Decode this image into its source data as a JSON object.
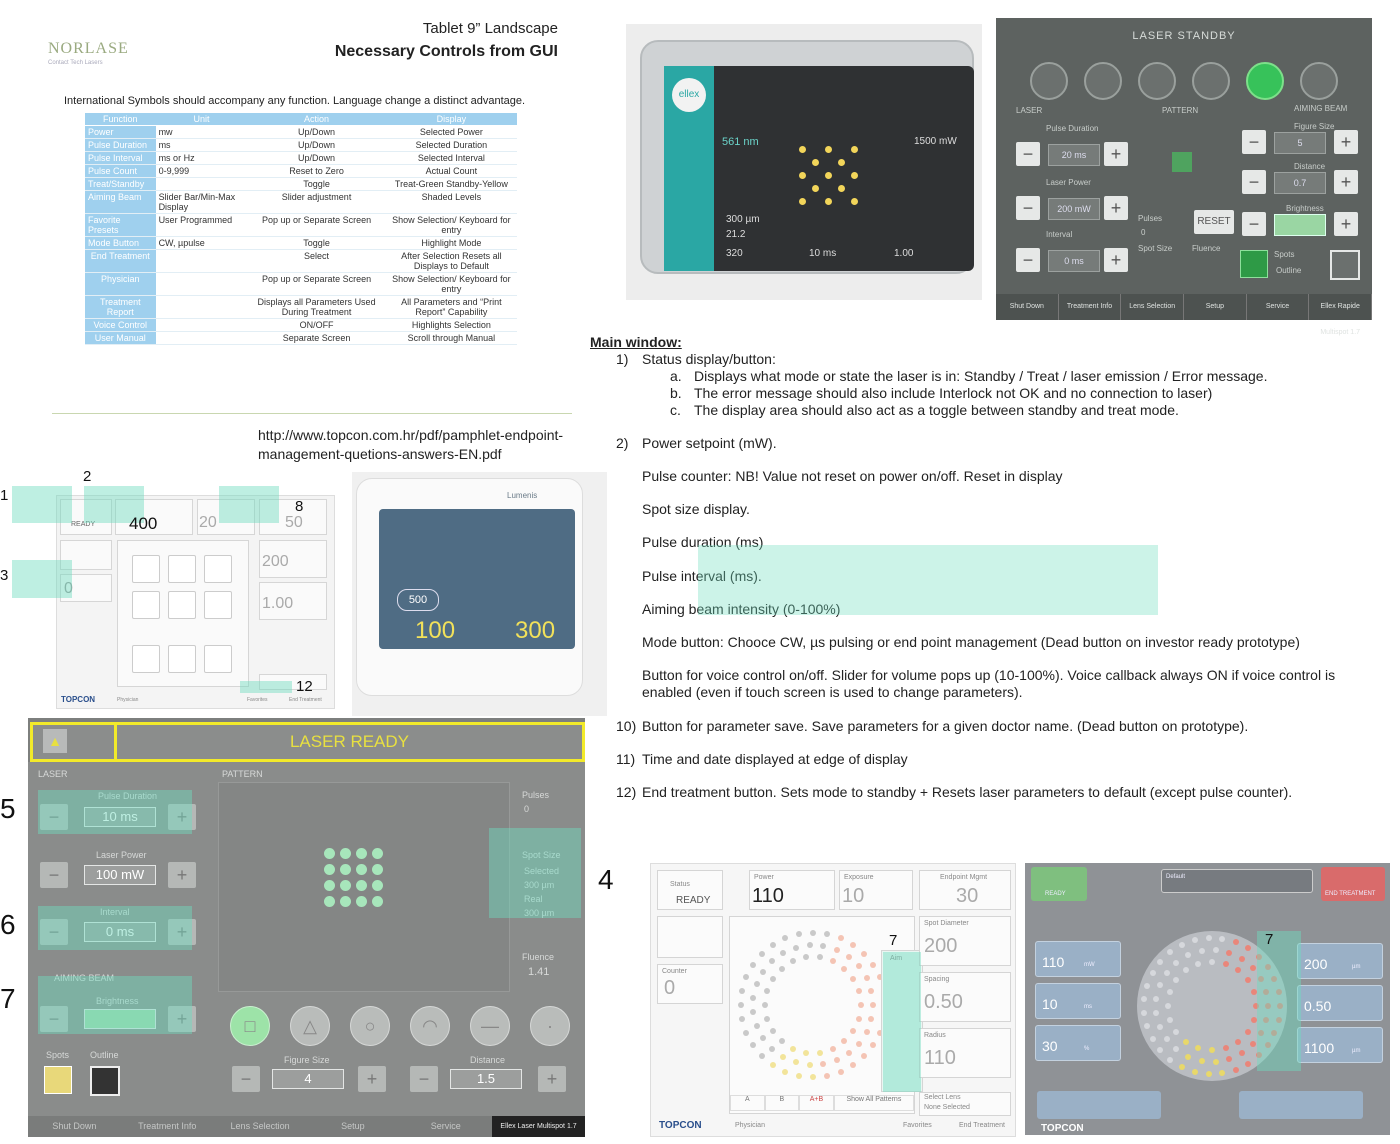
{
  "slide": {
    "logo": "NORLASE",
    "logo_sub": "Contact Tech Lasers",
    "title_line1": "Tablet 9” Landscape",
    "title_line2": "Necessary Controls from GUI",
    "note": "International Symbols should accompany any function. Language change a distinct advantage.",
    "headers": [
      "Function",
      "Unit",
      "Action",
      "Display"
    ],
    "rows": [
      [
        "Power",
        "mw",
        "Up/Down",
        "Selected Power"
      ],
      [
        "Pulse Duration",
        "ms",
        "Up/Down",
        "Selected Duration"
      ],
      [
        "Pulse Interval",
        "ms or Hz",
        "Up/Down",
        "Selected Interval"
      ],
      [
        "Pulse Count",
        "0-9,999",
        "Reset to Zero",
        "Actual Count"
      ],
      [
        "Treat/Standby",
        "",
        "Toggle",
        "Treat-Green Standby-Yellow"
      ],
      [
        "Aiming Beam",
        "Slider Bar/Min-Max Display",
        "Slider adjustment",
        "Shaded Levels"
      ],
      [
        "Favorite Presets",
        "User Programmed",
        "Pop up or Separate Screen",
        "Show Selection/ Keyboard for entry"
      ],
      [
        "Mode Button",
        "CW, µpulse",
        "Toggle",
        "Highlight Mode"
      ],
      [
        "End Treatment",
        "",
        "Select",
        "After Selection Resets all Displays to Default"
      ],
      [
        "Physician",
        "",
        "Pop up or Separate Screen",
        "Show Selection/ Keyboard for entry"
      ],
      [
        "Treatment Report",
        "",
        "Displays all Parameters Used During Treatment",
        "All Parameters and “Print Report” Capability"
      ],
      [
        "Voice Control",
        "",
        "ON/OFF",
        "Highlights Selection"
      ],
      [
        "User Manual",
        "",
        "Separate Screen",
        "Scroll through Manual"
      ]
    ]
  },
  "url": "http://www.topcon.com.hr/pdf/pamphlet-endpoint-management-quetions-answers-EN.pdf",
  "tablet_photo": {
    "brand": "ellex",
    "vals": [
      "561 nm",
      "1500 mW",
      "300 µm",
      "21.2",
      "320",
      "10 ms",
      "1.00"
    ]
  },
  "standby_photo": {
    "title": "LASER STANDBY",
    "labels": {
      "laser": "LASER",
      "pattern": "PATTERN",
      "aiming": "AIMING BEAM",
      "pulse_duration": "Pulse Duration",
      "laser_power": "Laser Power",
      "interval": "Interval",
      "figure_size": "Figure Size",
      "distance": "Distance",
      "brightness": "Brightness",
      "pulses": "Pulses",
      "spot_size": "Spot Size",
      "fluence": "Fluence",
      "spots": "Spots",
      "outline": "Outline",
      "reset": "RESET"
    },
    "values": {
      "duration": "20 ms",
      "power": "200 mW",
      "interval": "0 ms",
      "figure_size": "5",
      "distance": "0.7",
      "pulses": "0"
    },
    "bottom": [
      "Shut Down",
      "Treatment Info",
      "Lens Selection",
      "Setup",
      "Service",
      "Ellex Rapide Multispot 1.7"
    ]
  },
  "main_window": {
    "heading": "Main window:",
    "items": [
      {
        "n": "1)",
        "text": "Status display/button:"
      },
      {
        "n": "a.",
        "text": "Displays what mode or state the laser is in: Standby / Treat / laser emission / Error message."
      },
      {
        "n": "b.",
        "text": "The error message should also include Interlock not OK and no connection to laser)"
      },
      {
        "n": "c.",
        "text": "The display area should also act as a toggle between standby and treat mode."
      },
      {
        "n": "2)",
        "text": "Power setpoint (mW)."
      },
      {
        "n": "",
        "text": "Pulse counter:   NB! Value not reset on power on/off. Reset in display"
      },
      {
        "n": "",
        "text": "Spot size display."
      },
      {
        "n": "",
        "text": "Pulse duration (ms)"
      },
      {
        "n": "",
        "text": "Pulse interval (ms)."
      },
      {
        "n": "",
        "text": "Aiming beam intensity (0-100%)"
      },
      {
        "n": "",
        "text": "Mode button: Chooce CW,  µs pulsing or end point management (Dead button on investor ready prototype)"
      },
      {
        "n": "",
        "text": "Button for voice control on/off. Slider for volume pops up (10-100%). Voice callback always ON if voice control is enabled (even if touch screen is used to change parameters)."
      },
      {
        "n": "10)",
        "text": "Button for parameter save. Save parameters for a given doctor name. (Dead button on prototype)."
      },
      {
        "n": "11)",
        "text": "Time and date displayed at edge of display"
      },
      {
        "n": "12)",
        "text": "End treatment button. Sets mode to standby + Resets laser parameters to default (except pulse counter)."
      }
    ]
  },
  "topcon_small": {
    "status": "READY",
    "power": "400",
    "exposure": "20",
    "endpoint": "50",
    "spot_diameter": "200",
    "spacing": "1.00",
    "counter": "0",
    "callouts": [
      "1",
      "2",
      "3",
      "8",
      "12"
    ],
    "logo": "TOPCON",
    "footer": [
      "Physician",
      "Favorites",
      "End Treatment"
    ]
  },
  "lumenis": {
    "brand": "Lumenis",
    "duration": "100",
    "power": "300",
    "interval": "500"
  },
  "laser_ready": {
    "title": "LASER READY",
    "laser": "LASER",
    "pattern": "PATTERN",
    "pulse_duration": "Pulse Duration",
    "duration_val": "10 ms",
    "laser_power": "Laser Power",
    "power_val": "100 mW",
    "interval": "Interval",
    "interval_val": "0 ms",
    "aiming": "AIMING BEAM",
    "brightness": "Brightness",
    "pulses": "Pulses",
    "pulses_val": "0",
    "spot_size": "Spot Size",
    "selected": "Selected",
    "selected_val": "300 µm",
    "real": "Real",
    "real_val": "300 µm",
    "fluence": "Fluence",
    "fluence_val": "1.41",
    "spots": "Spots",
    "outline": "Outline",
    "figure_size": "Figure Size",
    "figure_val": "4",
    "distance": "Distance",
    "distance_val": "1.5",
    "bottom": [
      "Shut Down",
      "Treatment Info",
      "Lens Selection",
      "Setup",
      "Service",
      "Ellex Laser Multispot 1.7"
    ],
    "callouts": [
      "5",
      "6",
      "7"
    ]
  },
  "topcon_large": {
    "callout_num": "4",
    "status_label": "Status",
    "status": "READY",
    "power_label": "Power",
    "power": "110",
    "exposure_label": "Exposure",
    "exposure": "10",
    "endpoint_label": "Endpoint Mgmt",
    "endpoint": "30",
    "spot_label": "Spot Diameter",
    "spot": "200",
    "spacing_label": "Spacing",
    "spacing": "0.50",
    "radius_label": "Radius",
    "radius": "110",
    "counter_label": "Counter",
    "counter": "0",
    "aim": "Aim",
    "aim_callout": "7",
    "tabs": [
      "A",
      "B",
      "A+B",
      "Show All Patterns"
    ],
    "select_lens": "Select Lens",
    "lens": "None Selected",
    "logo": "TOPCON",
    "footer": [
      "Physician",
      "Favorites",
      "End Treatment"
    ]
  },
  "topcon_dark": {
    "ready": "READY",
    "end": "END TREATMENT",
    "default": "Default",
    "power": "110",
    "power_unit": "mW",
    "exposure": "10",
    "exposure_unit": "ms",
    "endpoint": "30",
    "endpoint_unit": "%",
    "spot": "200",
    "spot_unit": "µm",
    "spacing": "0.50",
    "radius": "1100",
    "radius_unit": "µm",
    "callout": "7",
    "logo": "TOPCON"
  }
}
